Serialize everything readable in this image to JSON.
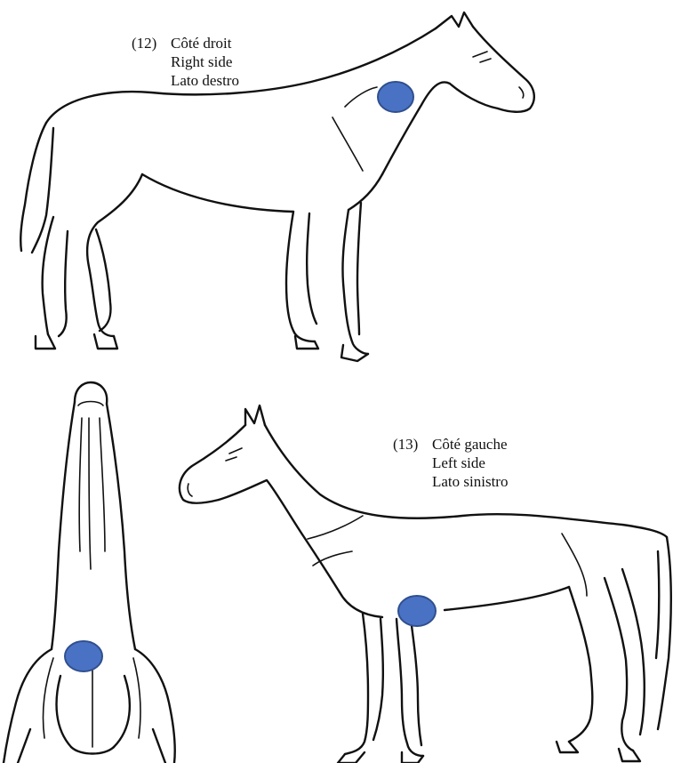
{
  "figure_12": {
    "number": "(12)",
    "lines": [
      "Côté droit",
      "Right side",
      "Lato destro"
    ]
  },
  "figure_13": {
    "number": "(13)",
    "lines": [
      "Côté gauche",
      "Left side",
      "Lato sinistro"
    ]
  },
  "colors": {
    "marker_fill": "#4a72c4",
    "marker_stroke": "#2f4f8f",
    "line": "#111111",
    "background": "#ffffff"
  }
}
